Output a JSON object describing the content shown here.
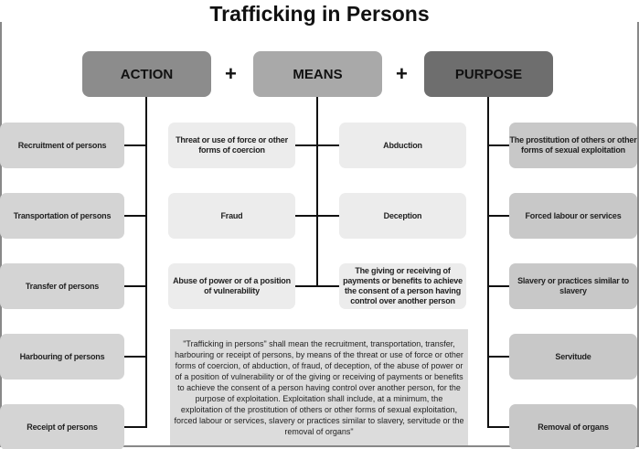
{
  "title": "Trafficking in Persons",
  "headers": {
    "action": "ACTION",
    "means": "MEANS",
    "purpose": "PURPOSE",
    "plus": "+"
  },
  "action": [
    "Recruitment of persons",
    "Transportation of persons",
    "Transfer of persons",
    "Harbouring of persons",
    "Receipt of persons"
  ],
  "means_left": [
    "Threat or use of force or other forms of coercion",
    "Fraud",
    "Abuse of power or of a position of vulnerability"
  ],
  "means_right": [
    "Abduction",
    "Deception",
    "The giving or receiving of payments or benefits to achieve the consent of a person having control over another person"
  ],
  "purpose": [
    "The prostitution of others or other forms of sexual exploitation",
    "Forced labour or services",
    "Slavery or practices similar to slavery",
    "Servitude",
    "Removal of organs"
  ],
  "definition": "\"Trafficking in persons\" shall mean the recruitment, transportation, transfer, harbouring or receipt of persons, by means of the threat or use of force or other forms of coercion, of abduction, of fraud, of deception, of the abuse of power or of a position of vulnerability or of the giving or receiving of payments or benefits to achieve the consent of a person having control over another person, for the purpose of exploitation. Exploitation shall include, at a minimum, the exploitation of the prostitution of others or other forms of sexual exploitation, forced labour or services, slavery or practices similar to slavery, servitude or the removal of organs\"",
  "colors": {
    "action": "#8c8c8c",
    "means": "#a9a9a9",
    "purpose": "#6e6e6e"
  }
}
